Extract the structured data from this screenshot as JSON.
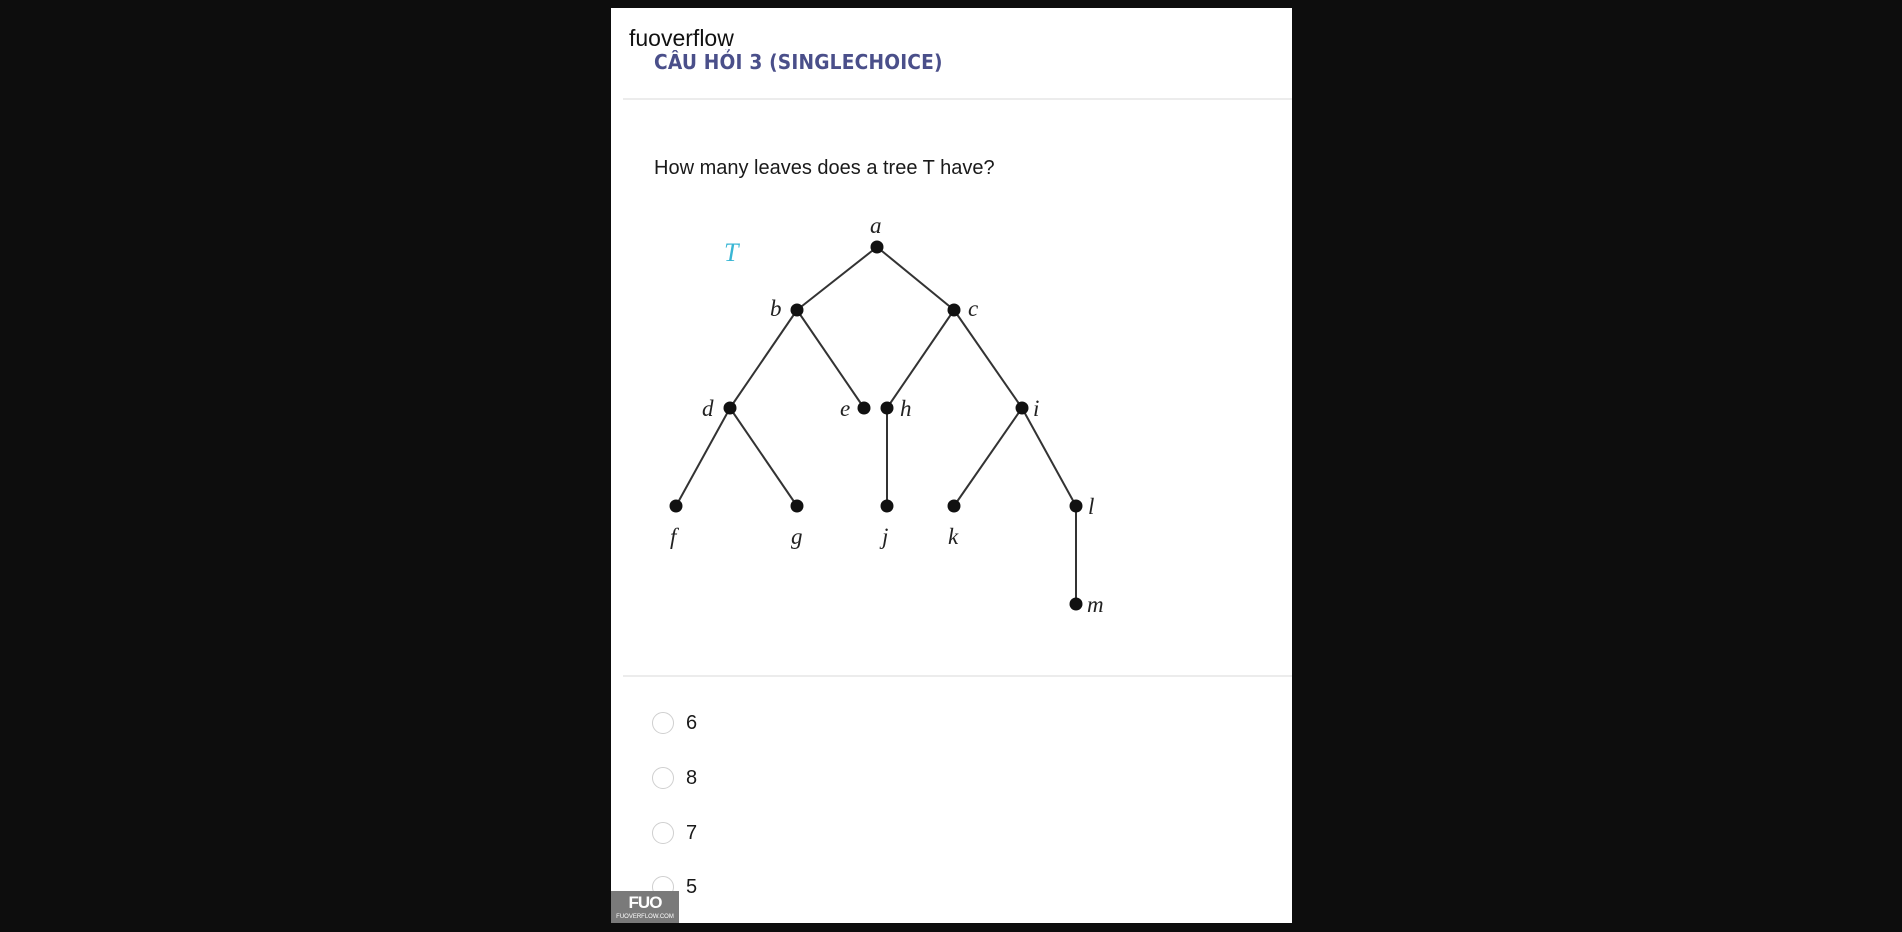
{
  "site_name": "fuoverflow",
  "question_header": "CÂU HỎI 3 (SINGLECHOICE)",
  "question_text": "How many leaves does a tree T have?",
  "figure": {
    "tree_label": "T",
    "nodes": [
      "a",
      "b",
      "c",
      "d",
      "e",
      "h",
      "i",
      "f",
      "g",
      "j",
      "k",
      "l",
      "m"
    ]
  },
  "options": [
    {
      "label": "6"
    },
    {
      "label": "8"
    },
    {
      "label": "7"
    },
    {
      "label": "5"
    }
  ],
  "watermark": {
    "logo": "FUO",
    "site": "FUOVERFLOW.COM"
  },
  "colors": {
    "page_bg": "#0d0d0d",
    "header": "#4a4f8a",
    "tree_label": "#39b6d4"
  }
}
